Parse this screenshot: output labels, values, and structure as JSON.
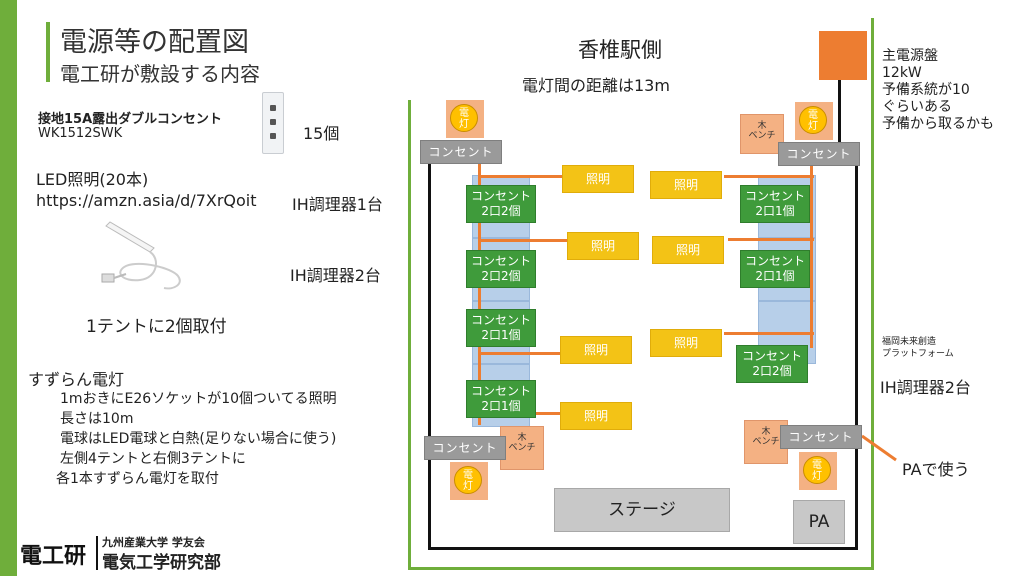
{
  "header": {
    "title": "電源等の配置図",
    "subtitle": "電工研が敷設する内容"
  },
  "left": {
    "outlet_name": "接地15A露出ダブルコンセント",
    "outlet_model": "WK1512SWK",
    "outlet_count": "15個",
    "led_title": "LED照明(20本)",
    "led_url": "https://amzn.asia/d/7XrQoit",
    "ih1": "IH調理器1台",
    "ih2": "IH調理器2台",
    "per_tent": "1テントに2個取付",
    "suzuran_title": "すずらん電灯",
    "suzuran_lines": [
      "1mおきにE26ソケットが10個ついてる照明",
      "長さは10m",
      "電球はLED電球と白熱(足りない場合に使う)",
      "左側4テントと右側3テントに",
      "各1本すずらん電灯を取付"
    ]
  },
  "venue": {
    "station": "香椎駅側",
    "lamp_distance": "電灯間の距離は13m",
    "main_panel_lines": [
      "主電源盤",
      "12kW",
      "予備系統が10",
      "ぐらいある",
      "予備から取るかも"
    ],
    "right_label_small": [
      "福岡未来創造",
      "プラットフォーム"
    ],
    "right_ih": "IH調理器2台",
    "pa_use": "PAで使う",
    "stage": "ステージ",
    "pa": "PA",
    "outlet": "コンセント",
    "lighting": "照明",
    "lamp": [
      "電",
      "灯"
    ],
    "bench": [
      "木",
      "ベンチ"
    ],
    "left_green": [
      [
        "コンセント",
        "2口2個"
      ],
      [
        "コンセント",
        "2口2個"
      ],
      [
        "コンセント",
        "2口1個"
      ],
      [
        "コンセント",
        "2口1個"
      ]
    ],
    "right_green": [
      [
        "コンセント",
        "2口1個"
      ],
      [
        "コンセント",
        "2口1個"
      ],
      [
        "コンセント",
        "2口2個"
      ]
    ]
  },
  "footer": {
    "logo": "電工研",
    "univ": "九州産業大学 学友会",
    "club": "電気工学研究部"
  },
  "colors": {
    "green_accent": "#6fae3b",
    "orange": "#ed7d31",
    "yellow": "#f3c316",
    "outlet_green": "#3f9b3b"
  }
}
